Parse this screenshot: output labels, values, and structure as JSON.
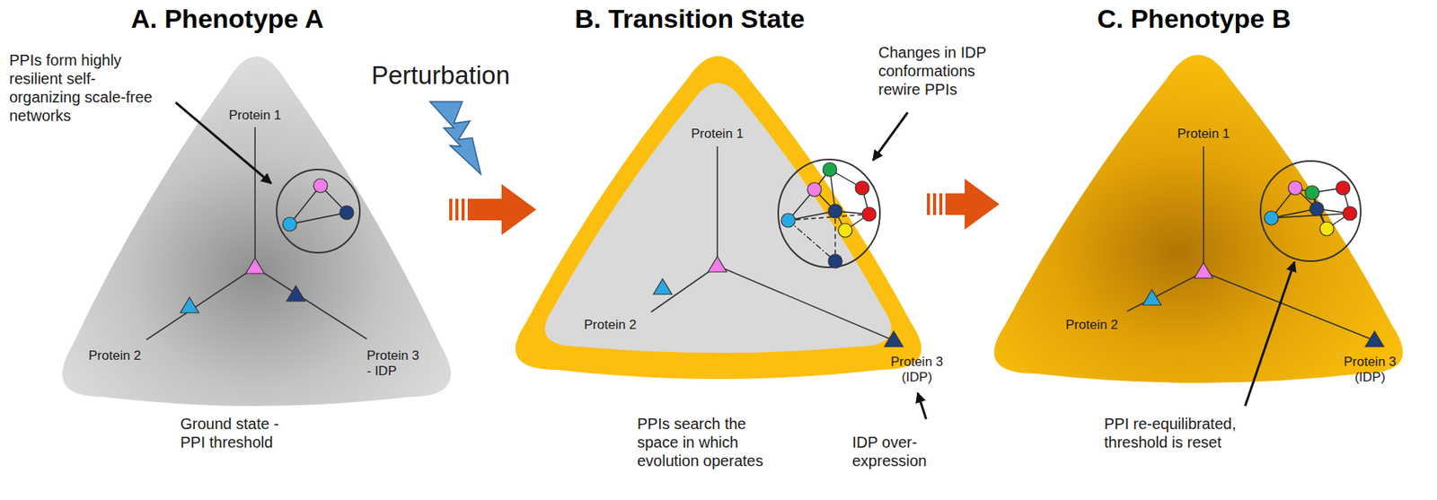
{
  "diagram": {
    "nodes": [
      {
        "text": [
          "A. Phenotype A"
        ]
      },
      {
        "text": [
          "B. Transition State"
        ]
      },
      {
        "text": [
          "C. Phenotype B"
        ]
      }
    ],
    "edges": [
      {
        "from": 0,
        "to": 1,
        "arrow": "to",
        "label": "Perturbation"
      },
      {
        "from": 1,
        "to": 2,
        "arrow": "to"
      }
    ],
    "labels": [
      "PPIs form highly resilient self-organizing scale-free networks",
      "Protein 1",
      "Protein 2",
      "Protein 3 - IDP",
      "Ground state - PPI threshold",
      "Changes in IDP conformations rewire PPIs",
      "Protein 1",
      "Protein 2",
      "Protein 3 (IDP)",
      "PPIs search the space in which evolution operates",
      "IDP over-expression",
      "Protein 1",
      "Protein 2",
      "Protein 3 (IDP)",
      "PPI re-equilibrated, threshold is reset"
    ]
  }
}
